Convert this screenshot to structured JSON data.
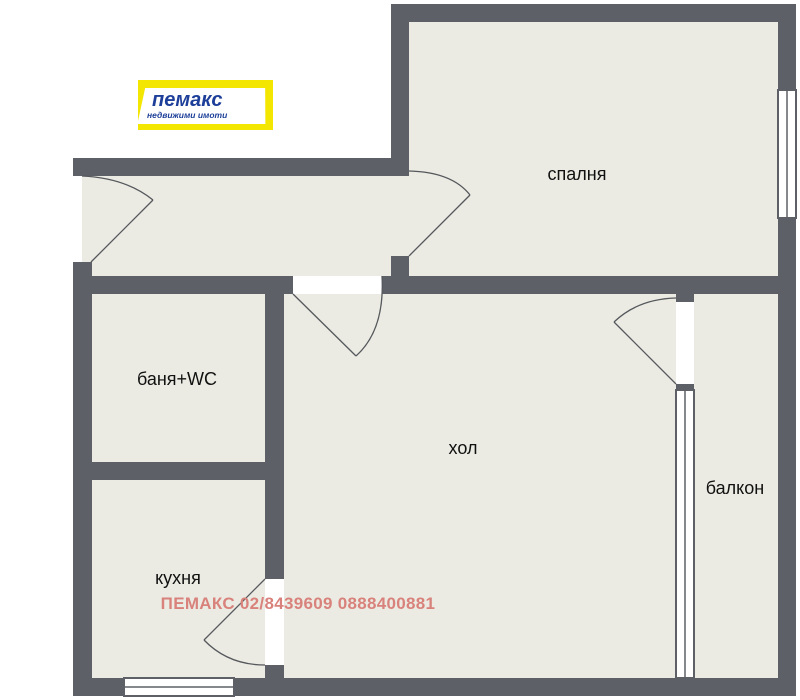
{
  "logo": {
    "brand": "пемакс",
    "tagline": "недвижими имоти"
  },
  "rooms": {
    "bedroom": "спалня",
    "bathroom": "баня+WC",
    "hall": "хол",
    "balcony": "балкон",
    "kitchen": "кухня"
  },
  "watermark": "ПЕМАКС 02/8439609 0888400881",
  "colors": {
    "wall": "#5d6066",
    "floor": "#ebebe3",
    "door_line": "#55585c",
    "logo_yellow": "#f3e600",
    "logo_blue": "#1d3f99",
    "watermark": "#d9827c"
  }
}
